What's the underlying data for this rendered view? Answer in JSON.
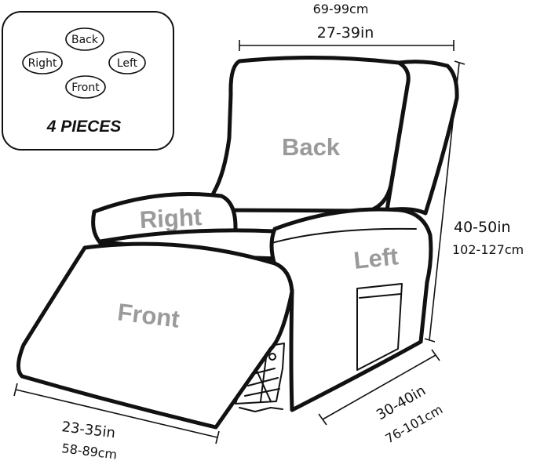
{
  "legend": {
    "pills": [
      "Back",
      "Right",
      "Left",
      "Front"
    ],
    "pieces_label": "4 PIECES"
  },
  "parts": {
    "back": "Back",
    "right": "Right",
    "left": "Left",
    "front": "Front"
  },
  "dimensions": {
    "width_cm": "69-99cm",
    "width_in": "27-39in",
    "height_in": "40-50in",
    "height_cm": "102-127cm",
    "depth_in": "30-40in",
    "depth_cm": "76-101cm",
    "footrest_in": "23-35in",
    "footrest_cm": "58-89cm"
  }
}
